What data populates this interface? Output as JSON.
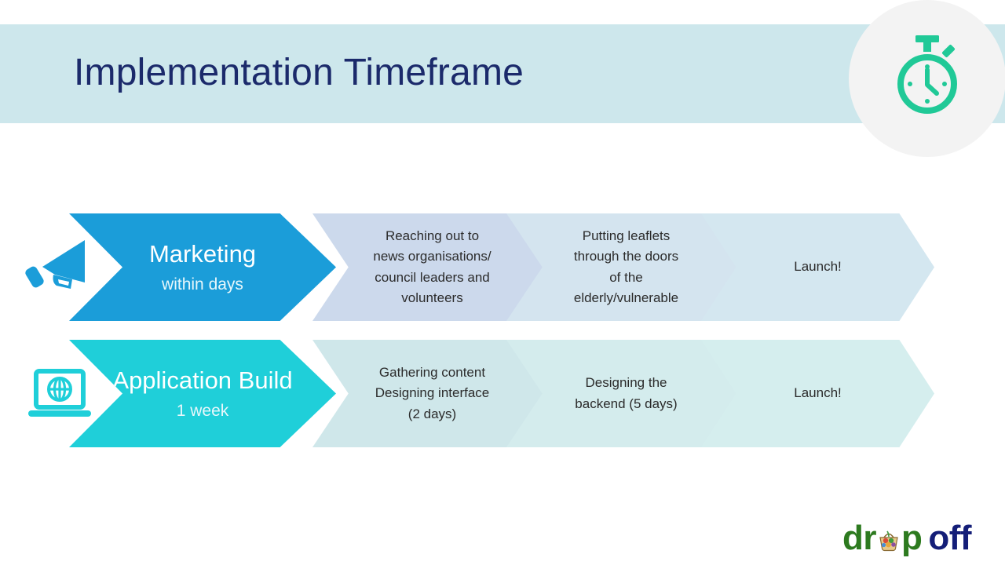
{
  "slide": {
    "title": "Implementation Timeframe",
    "badge_icon": "stopwatch-icon",
    "colors": {
      "header_band": "#cde7ec",
      "title_text": "#1b2a6b",
      "badge_circle": "#f3f3f3",
      "badge_icon": "#20c997",
      "marketing_accent": "#1b9dd9",
      "appbuild_accent": "#1fcfd9",
      "step_row1_a": "#ccd9ec",
      "step_row1_b": "#d4e4ef",
      "step_row1_c": "#d4e7f0",
      "step_row2_a": "#cfe7ea",
      "step_row2_b": "#d4eced",
      "step_row2_c": "#d5eeee"
    }
  },
  "rows": [
    {
      "id": "marketing",
      "icon": "megaphone-icon",
      "accent": "#1b9dd9",
      "lead": {
        "title": "Marketing",
        "subtitle": "within days"
      },
      "steps": [
        {
          "text": "Reaching out to\nnews organisations/\ncouncil leaders and\nvolunteers",
          "fill": "#ccd9ec"
        },
        {
          "text": "Putting leaflets\nthrough the doors\nof the\nelderly/vulnerable",
          "fill": "#d4e4ef"
        },
        {
          "text": "Launch!",
          "fill": "#d4e7f0"
        }
      ]
    },
    {
      "id": "appbuild",
      "icon": "laptop-globe-icon",
      "accent": "#1fcfd9",
      "lead": {
        "title": "Application Build",
        "subtitle": "1 week"
      },
      "steps": [
        {
          "text": "Gathering content\nDesigning interface\n(2 days)",
          "fill": "#cfe7ea"
        },
        {
          "text": "Designing the\nbackend (5 days)",
          "fill": "#d4eced"
        },
        {
          "text": "Launch!",
          "fill": "#d5eeee"
        }
      ]
    }
  ],
  "logo": {
    "part1": "dr",
    "basket": "basket-icon",
    "part2": "p",
    "part3": "off",
    "green": "#2d7a1f",
    "navy": "#141e78"
  }
}
